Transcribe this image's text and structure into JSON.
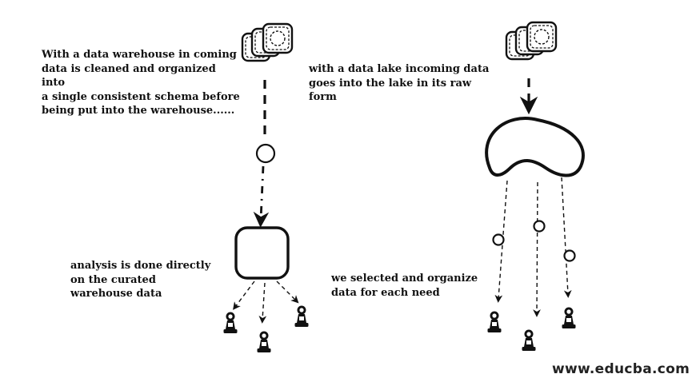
{
  "warehouse": {
    "incoming_text": "With a data warehouse in coming\ndata is cleaned and organized into\na single consistent schema before\nbeing put into the warehouse......",
    "analysis_text": "analysis is done directly\non the curated\nwarehouse data"
  },
  "lake": {
    "incoming_text": "with a data lake incoming data\ngoes into the lake in its raw form",
    "analysis_text": "we selected and organize\ndata for each need"
  },
  "brand": {
    "watermark": "www.educba.com"
  },
  "colors": {
    "ink": "#111111",
    "background": "#ffffff"
  },
  "icons": {
    "source": "data-source-stack-icon",
    "step": "data-step-circle",
    "store": "warehouse-box",
    "lake": "data-lake-blob",
    "user": "pawn-user-icon"
  }
}
